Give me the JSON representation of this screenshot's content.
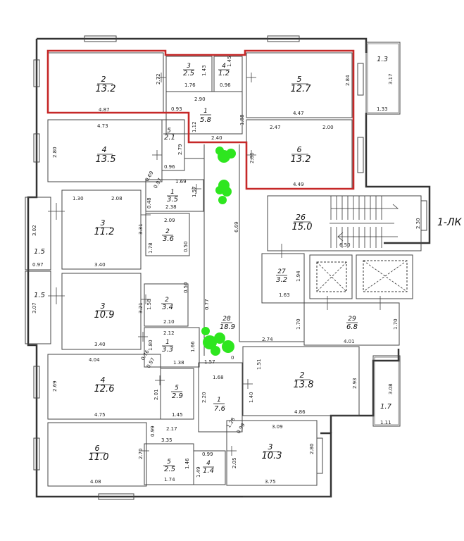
{
  "rooms": {
    "r2top": {
      "no": "2",
      "area": "13.2"
    },
    "r3top": {
      "no": "3",
      "area": "2.5"
    },
    "r4top": {
      "no": "4",
      "area": "1.2"
    },
    "r1top": {
      "no": "1",
      "area": "5.8"
    },
    "r5top": {
      "no": "5",
      "area": "12.7"
    },
    "r6top": {
      "no": "6",
      "area": "13.2"
    },
    "r13": {
      "no": "1.3",
      "area": ""
    },
    "r4b": {
      "no": "4",
      "area": "13.5"
    },
    "r5b": {
      "no": "5",
      "area": "2.1"
    },
    "r1b": {
      "no": "1",
      "area": "3.5"
    },
    "r2b": {
      "no": "2",
      "area": "3.6"
    },
    "r3b": {
      "no": "3",
      "area": "11.2"
    },
    "r15a": {
      "no": "1.5",
      "area": ""
    },
    "r15b": {
      "no": "1.5",
      "area": ""
    },
    "r3c": {
      "no": "3",
      "area": "10.9"
    },
    "r2c": {
      "no": "2",
      "area": "3.4"
    },
    "r1c": {
      "no": "1",
      "area": "3.3"
    },
    "r26": {
      "no": "26",
      "area": "15.0"
    },
    "r27": {
      "no": "27",
      "area": "3.2"
    },
    "r28": {
      "no": "28",
      "area": "18.9"
    },
    "r29": {
      "no": "29",
      "area": "6.8"
    },
    "r4d": {
      "no": "4",
      "area": "12.6"
    },
    "r5d": {
      "no": "5",
      "area": "2.9"
    },
    "r1d": {
      "no": "1",
      "area": "7.6"
    },
    "r2d": {
      "no": "2",
      "area": "13.8"
    },
    "r17": {
      "no": "1.7",
      "area": ""
    },
    "r6d": {
      "no": "6",
      "area": "11.0"
    },
    "r5e": {
      "no": "5",
      "area": "2.5"
    },
    "r4e": {
      "no": "4",
      "area": "1.4"
    },
    "r3e": {
      "no": "3",
      "area": "10.3"
    }
  },
  "dimensions": {
    "d_272": "2.72",
    "d_487": "4.87",
    "d_143": "1.43",
    "d_145": "1.45",
    "d_176": "1.76",
    "d_096a": "0.96",
    "d_290": "2.90",
    "d_093": "0.93",
    "d_188": "1.88",
    "d_112": "1.12",
    "d_284": "2.84",
    "d_447": "4.47",
    "d_317": "3.17",
    "d_133": "1.33",
    "d_473": "4.73",
    "d_240": "2.40",
    "d_247": "2.47",
    "d_200": "2.00",
    "d_280a": "2.80",
    "d_279": "2.79",
    "d_096b": "0.96",
    "d_286": "2.86",
    "d_449": "4.49",
    "d_169": "1.69",
    "d_069": "0.69",
    "d_097a": "0.97",
    "d_130": "1.30",
    "d_208": "2.08",
    "d_157a": "1.57",
    "d_048": "0.48",
    "d_238": "2.38",
    "d_331": "3.31",
    "d_209": "2.09",
    "d_302": "3.02",
    "d_178": "1.78",
    "d_050a": "0.50",
    "d_669": "6.69",
    "d_230": "2.30",
    "d_650": "6.50",
    "d_340a": "3.40",
    "d_097b": "0.97",
    "d_194": "1.94",
    "d_307": "3.07",
    "d_163": "1.63",
    "d_050b": "0.50",
    "d_321": "3.21",
    "d_158": "1.58",
    "d_077": "0.77",
    "d_210": "2.10",
    "d_170a": "1.70",
    "d_170b": "1.70",
    "d_212": "2.12",
    "d_274": "2.74",
    "d_401": "4.01",
    "d_340b": "3.40",
    "d_180": "1.80",
    "d_166": "1.66",
    "d_097c": "0.97",
    "d_138": "1.38",
    "d_157b": "1.57",
    "d_0": "0",
    "d_404": "4.04",
    "d_076": "0.76",
    "d_151": "1.51",
    "d_269": "2.69",
    "d_201": "2.01",
    "d_168": "1.68",
    "d_293": "2.93",
    "d_308": "3.08",
    "d_220": "2.20",
    "d_140": "1.40",
    "d_486": "4.86",
    "d_475": "4.75",
    "d_145b": "1.45",
    "d_111": "1.11",
    "d_128": "1.28",
    "d_099a": "0.99",
    "d_217": "2.17",
    "d_309": "3.09",
    "d_335": "3.35",
    "d_099b": "0.99",
    "d_099c": "0.99",
    "d_270": "2.70",
    "d_146": "1.46",
    "d_149": "1.49",
    "d_205": "2.05",
    "d_280b": "2.80",
    "d_408": "4.08",
    "d_174": "1.74",
    "d_375": "3.75"
  },
  "sheet_label": "1-ЛК",
  "colors": {
    "highlight": "#c62828",
    "marker": "#2ee61f",
    "line": "#333333"
  }
}
